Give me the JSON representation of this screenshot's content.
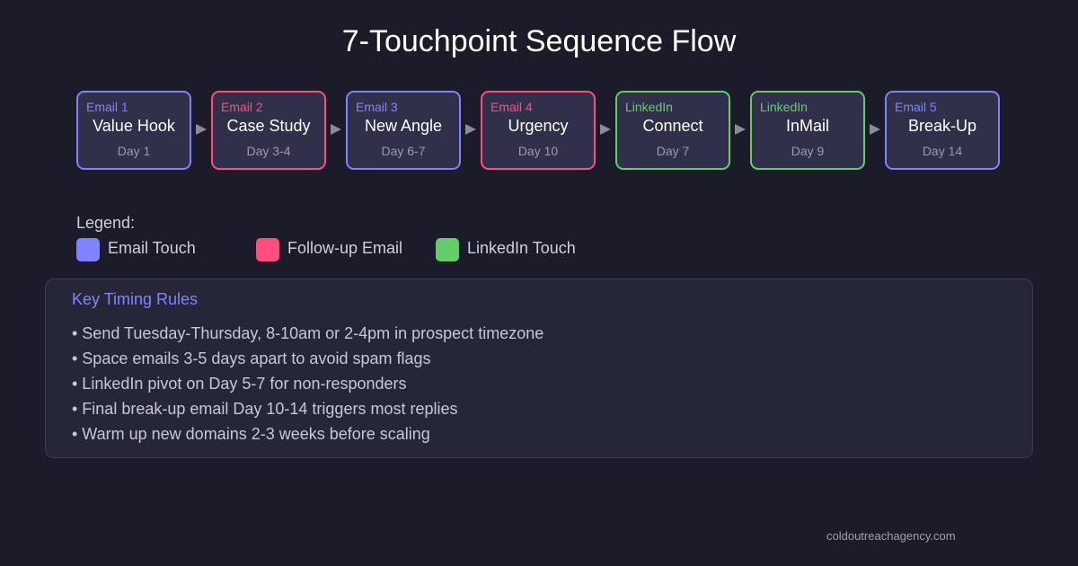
{
  "title": "7-Touchpoint Sequence Flow",
  "colors": {
    "background": "#1b1b29",
    "email": "#8083ff",
    "followup": "#ff4d7d",
    "linkedin": "#63cd6a"
  },
  "steps": [
    {
      "channel": "Email 1",
      "name": "Value Hook",
      "day": "Day 1",
      "type": "email"
    },
    {
      "channel": "Email 2",
      "name": "Case Study",
      "day": "Day 3-4",
      "type": "followup"
    },
    {
      "channel": "Email 3",
      "name": "New Angle",
      "day": "Day 6-7",
      "type": "email"
    },
    {
      "channel": "Email 4",
      "name": "Urgency",
      "day": "Day 10",
      "type": "followup"
    },
    {
      "channel": "LinkedIn",
      "name": "Connect",
      "day": "Day 7",
      "type": "linkedin"
    },
    {
      "channel": "LinkedIn",
      "name": "InMail",
      "day": "Day 9",
      "type": "linkedin"
    },
    {
      "channel": "Email 5",
      "name": "Break-Up",
      "day": "Day 14",
      "type": "email"
    }
  ],
  "legend": {
    "title": "Legend:",
    "items": [
      {
        "label": "Email Touch",
        "color": "#8083ff"
      },
      {
        "label": "Follow-up Email",
        "color": "#ff4d7d"
      },
      {
        "label": "LinkedIn Touch",
        "color": "#63cd6a"
      }
    ]
  },
  "rules": {
    "title": "Key Timing Rules",
    "items": [
      "• Send Tuesday-Thursday, 8-10am or 2-4pm in prospect timezone",
      "• Space emails 3-5 days apart to avoid spam flags",
      "• LinkedIn pivot on Day 5-7 for non-responders",
      "• Final break-up email Day 10-14 triggers most replies",
      "• Warm up new domains 2-3 weeks before scaling"
    ]
  },
  "footer": "coldoutreachagency.com"
}
